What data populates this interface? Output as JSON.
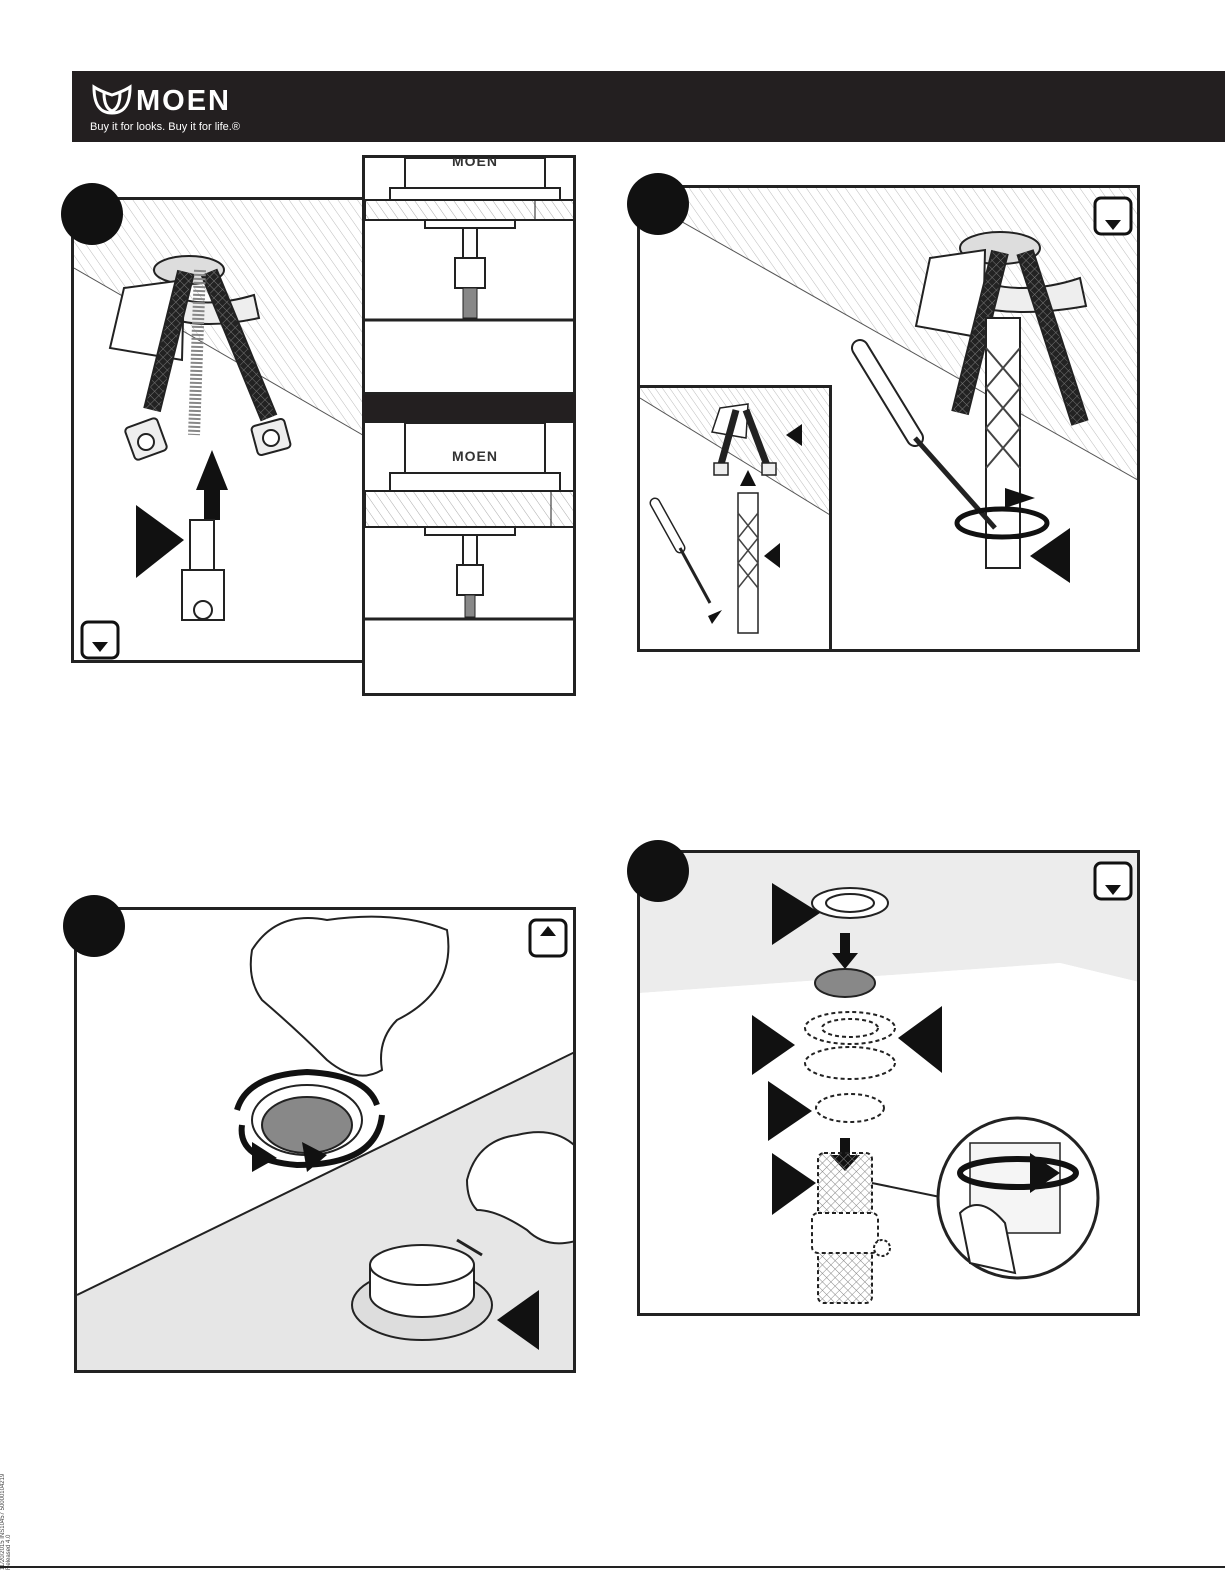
{
  "header": {
    "brand": "MOEN",
    "tagline": "Buy it for looks. Buy it for life.®"
  },
  "diagram": {
    "faucet_label": "MOEN"
  },
  "footer": {
    "code_line1": "11/20/2015  INS10457  50000104219",
    "code_line2": "Released 4.0"
  }
}
